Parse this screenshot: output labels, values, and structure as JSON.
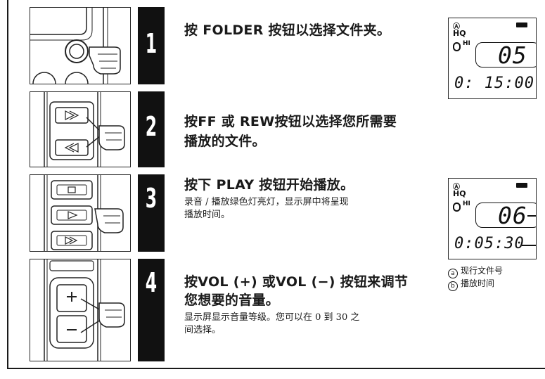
{
  "steps": [
    {
      "number": "1",
      "title": "按 FOLDER 按钮以选择文件夹。",
      "desc": ""
    },
    {
      "number": "2",
      "title": "按FF 或 REW按钮以选择您所需要",
      "title2": "播放的文件。",
      "desc": ""
    },
    {
      "number": "3",
      "title": "按下 PLAY 按钮开始播放。",
      "desc": "录音 / 播放绿色灯亮灯，显示屏中将呈现",
      "desc2": "播放时间。"
    },
    {
      "number": "4",
      "title": "按VOL (+) 或VOL (−) 按钮来调节",
      "title2": "您想要的音量。",
      "desc": "显示屏显示音量等级。您可以在 0 到 30 之",
      "desc2": "间选择。"
    }
  ],
  "lcd1": {
    "mode_a": "Ⓐ",
    "quality": "HQ",
    "mic": "HI",
    "file_no": "05",
    "time": "0: 15:00"
  },
  "lcd2": {
    "mode_a": "Ⓐ",
    "quality": "HQ",
    "mic": "HI",
    "file_no": "06",
    "time": "0:05:30"
  },
  "legend": [
    {
      "mark": "a",
      "text": "现行文件号"
    },
    {
      "mark": "b",
      "text": "播放时间"
    }
  ]
}
